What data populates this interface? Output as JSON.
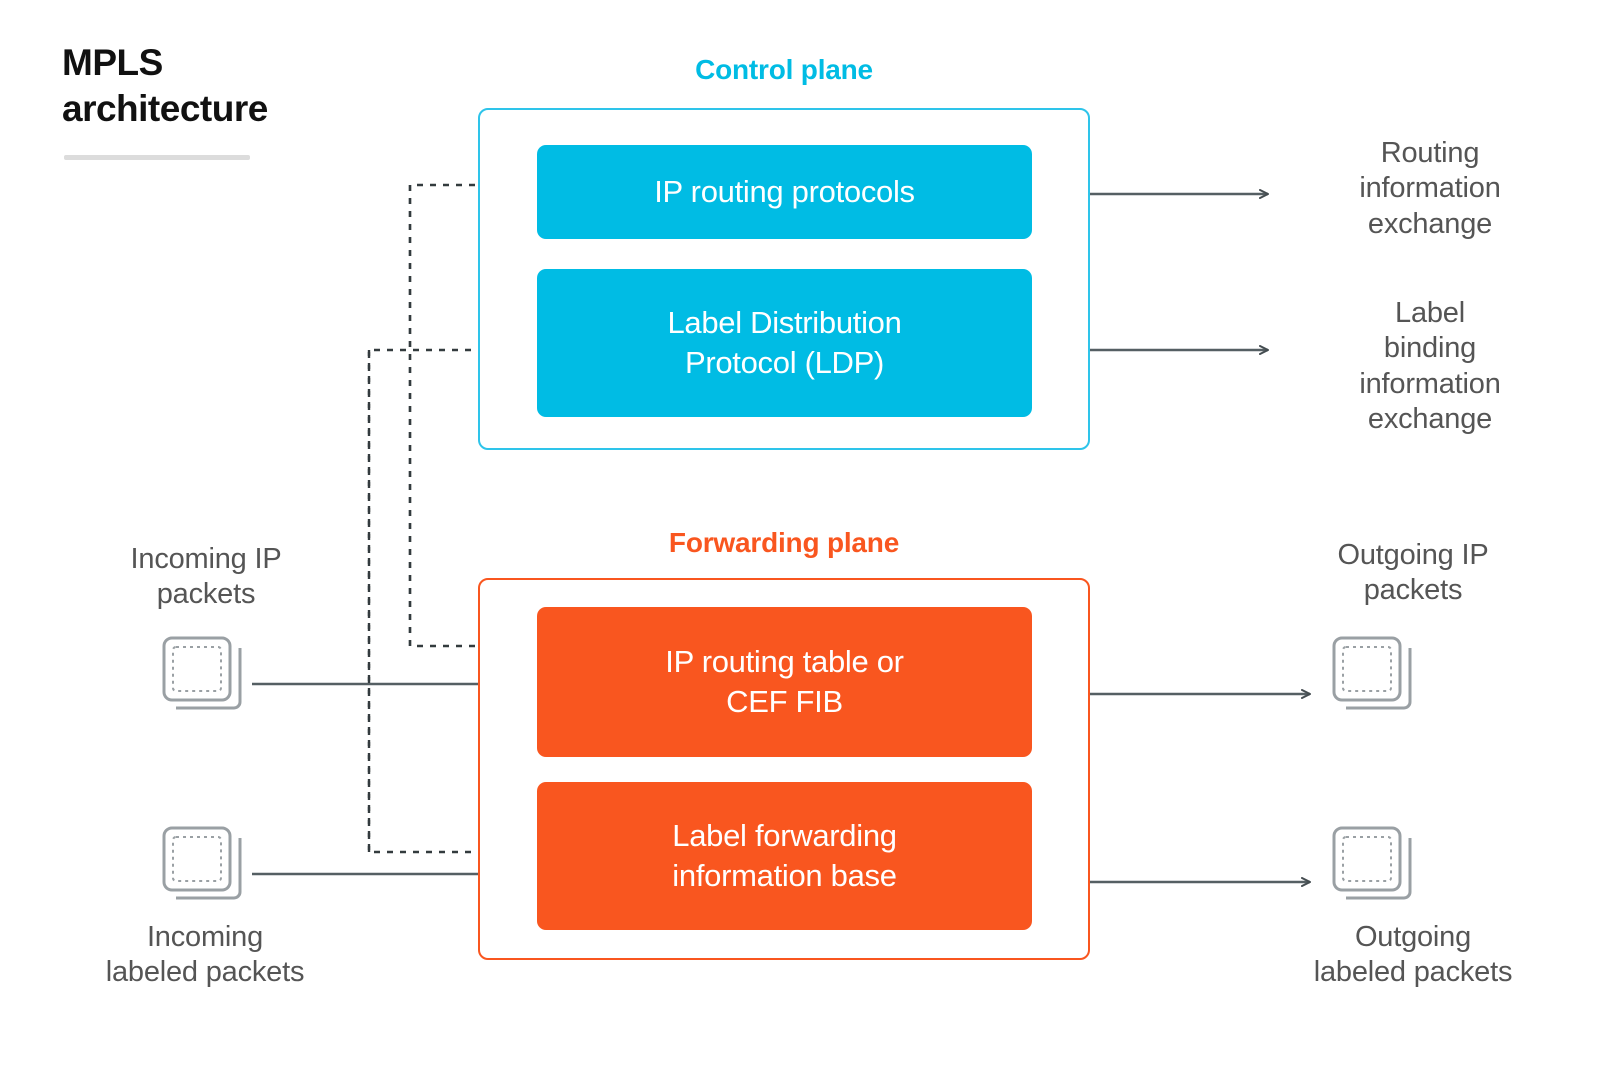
{
  "title": "MPLS\narchitecture",
  "planes": {
    "control": {
      "heading": "Control plane",
      "color": "#00BCE4",
      "blocks": [
        {
          "label": "IP routing protocols"
        },
        {
          "label": "Label Distribution\nProtocol (LDP)"
        }
      ]
    },
    "forwarding": {
      "heading": "Forwarding plane",
      "color": "#F9561F",
      "blocks": [
        {
          "label": "IP routing table or\nCEF FIB"
        },
        {
          "label": "Label forwarding\ninformation base"
        }
      ]
    }
  },
  "captions": {
    "routing_information_exchange": "Routing\ninformation\nexchange",
    "label_binding_information_exchange": "Label\nbinding\ninformation\nexchange",
    "incoming_ip_packets": "Incoming IP\npackets",
    "incoming_labeled_packets": "Incoming\nlabeled packets",
    "outgoing_ip_packets": "Outgoing IP\npackets",
    "outgoing_labeled_packets": "Outgoing\nlabeled packets"
  },
  "icons": {
    "packet_stack": "packet-stack-icon"
  },
  "colors": {
    "cyan": "#00BCE4",
    "cyan_border": "#2ec4ea",
    "orange": "#F9561F",
    "text_gray": "#555555",
    "title_black": "#111111",
    "rule_gray": "#dcdcdc",
    "wire_gray": "#555f63",
    "packet_gray": "#9aa0a4"
  }
}
